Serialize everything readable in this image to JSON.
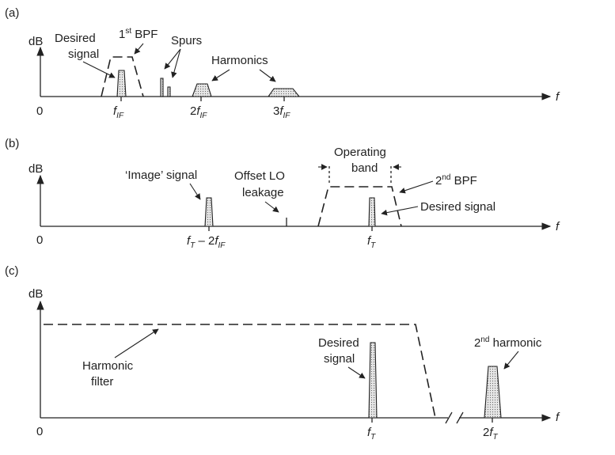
{
  "panels": {
    "a": {
      "label": "(a)",
      "y_axis": "dB",
      "x_axis": "f",
      "origin": "0",
      "desired_1": "Desired",
      "desired_2": "signal",
      "bpf_num": "1",
      "bpf_sup": "st",
      "bpf_text": " BPF",
      "spurs": "Spurs",
      "harmonics": "Harmonics",
      "ticks": [
        {
          "pre": "",
          "f": "f",
          "sub": "IF"
        },
        {
          "pre": "2",
          "f": "f",
          "sub": "IF"
        },
        {
          "pre": "3",
          "f": "f",
          "sub": "IF"
        }
      ]
    },
    "b": {
      "label": "(b)",
      "y_axis": "dB",
      "x_axis": "f",
      "origin": "0",
      "image_signal": "‘Image’ signal",
      "lo_1": "Offset LO",
      "lo_2": "leakage",
      "op_1": "Operating",
      "op_2": "band",
      "bpf_num": "2",
      "bpf_sup": "nd",
      "bpf_text": " BPF",
      "desired": "Desired signal",
      "tick1": {
        "f": "f",
        "sub": "T",
        "mid": " – 2",
        "f2": "f",
        "sub2": "IF"
      },
      "tick2": {
        "f": "f",
        "sub": "T"
      }
    },
    "c": {
      "label": "(c)",
      "y_axis": "dB",
      "x_axis": "f",
      "origin": "0",
      "filter_1": "Harmonic",
      "filter_2": "filter",
      "desired_1": "Desired",
      "desired_2": "signal",
      "harm_num": "2",
      "harm_sup": "nd",
      "harm_text": " harmonic",
      "tick1": {
        "pre": "",
        "f": "f",
        "sub": "T"
      },
      "tick2": {
        "pre": "2",
        "f": "f",
        "sub": "T"
      }
    }
  }
}
